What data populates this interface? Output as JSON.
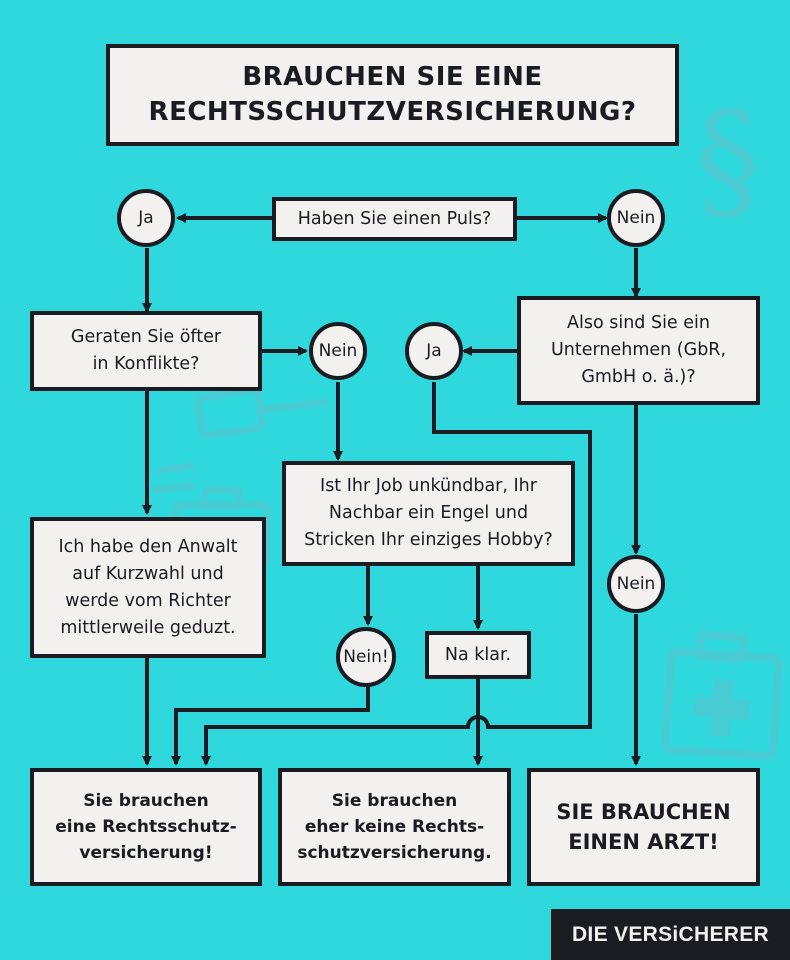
{
  "title": "BRAUCHEN SIE EINE\nRECHTSSCHUTZVERSICHERUNG?",
  "nodes": {
    "start": "Haben Sie einen Puls?",
    "ja_top": "Ja",
    "nein_top": "Nein",
    "konflikte": "Geraten Sie öfter\nin Konflikte?",
    "nein_konflikte": "Nein",
    "unternehmen": "Also sind Sie ein\nUnternehmen (GbR,\nGmbH o. ä.)?",
    "ja_unternehmen": "Ja",
    "anwalt": "Ich habe den Anwalt\nauf Kurzwahl und\nwerde vom Richter\nmittlerweile geduzt.",
    "job": "Ist Ihr Job unkündbar, Ihr\nNachbar ein Engel und\nStricken Ihr einziges Hobby?",
    "nein_excl": "Nein!",
    "na_klar": "Na klar.",
    "nein_unternehmen": "Nein"
  },
  "results": {
    "brauchen": "Sie brauchen\neine Rechtsschutz-\nversicherung!",
    "keine": "Sie brauchen\neher keine Rechts-\nschutzversicherung.",
    "arzt": "SIE BRAUCHEN\nEINEN ARZT!"
  },
  "brand": "DIE VERSiCHERER",
  "colors": {
    "background": "#2ed8dd",
    "box": "#f3f1ef",
    "ink": "#1b1b22",
    "watermark": "#5fc4cc"
  },
  "icons": [
    "paragraph-icon",
    "gavel-icon",
    "briefcase-icon",
    "first-aid-kit-icon"
  ]
}
